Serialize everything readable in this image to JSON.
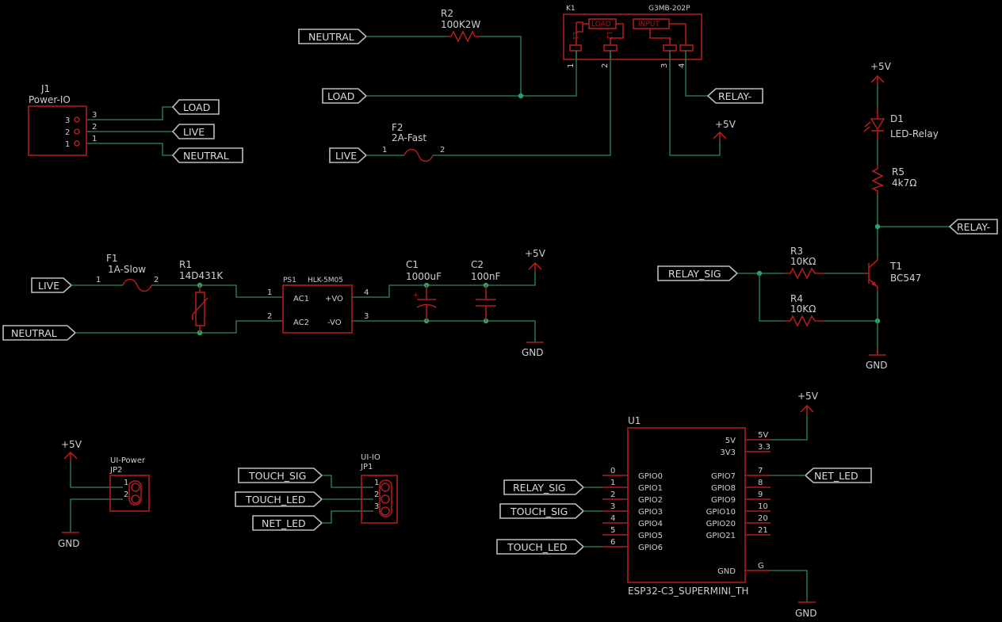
{
  "power": {
    "v5": "+5V",
    "gnd": "GND"
  },
  "nets": {
    "neutral": "NEUTRAL",
    "load": "LOAD",
    "live": "LIVE",
    "relay_minus": "RELAY-",
    "relay_sig": "RELAY_SIG",
    "touch_sig": "TOUCH_SIG",
    "touch_led": "TOUCH_LED",
    "net_led": "NET_LED"
  },
  "j1": {
    "ref": "J1",
    "value": "Power-IO",
    "pins": [
      "3",
      "2",
      "1"
    ]
  },
  "r2": {
    "ref": "R2",
    "value": "100K2W"
  },
  "k1": {
    "ref": "K1",
    "value": "G3MB-202P",
    "load": "LOAD",
    "input": "INPUT",
    "l1": "L1",
    "l2": "L2",
    "plus": "+",
    "pins": [
      "1",
      "2",
      "3",
      "4"
    ]
  },
  "f2": {
    "ref": "F2",
    "value": "2A-Fast",
    "p1": "1",
    "p2": "2"
  },
  "f1": {
    "ref": "F1",
    "value": "1A-Slow",
    "p1": "1",
    "p2": "2"
  },
  "r1": {
    "ref": "R1",
    "value": "14D431K"
  },
  "ps1": {
    "ref": "PS1",
    "value": "HLK-5M05",
    "ac1": "AC1",
    "ac2": "AC2",
    "vo_plus": "+VO",
    "vo_minus": "-VO",
    "pins": [
      "1",
      "2",
      "4",
      "3"
    ]
  },
  "c1": {
    "ref": "C1",
    "value": "1000uF",
    "plus": "+"
  },
  "c2": {
    "ref": "C2",
    "value": "100nF"
  },
  "d1": {
    "ref": "D1",
    "value": "LED-Relay"
  },
  "r5": {
    "ref": "R5",
    "value": "4k7Ω"
  },
  "r3": {
    "ref": "R3",
    "value": "10KΩ"
  },
  "r4": {
    "ref": "R4",
    "value": "10KΩ"
  },
  "t1": {
    "ref": "T1",
    "value": "BC547"
  },
  "jp2": {
    "ref": "JP2",
    "value": "UI-Power",
    "pins": [
      "1",
      "2"
    ]
  },
  "jp1": {
    "ref": "JP1",
    "value": "UI-IO",
    "pins": [
      "1",
      "2",
      "3"
    ]
  },
  "u1": {
    "ref": "U1",
    "value": "ESP32-C3_SUPERMINI_TH",
    "left": [
      {
        "num": "0",
        "name": "GPIO0"
      },
      {
        "num": "1",
        "name": "GPIO1"
      },
      {
        "num": "2",
        "name": "GPIO2"
      },
      {
        "num": "3",
        "name": "GPIO3"
      },
      {
        "num": "4",
        "name": "GPIO4"
      },
      {
        "num": "5",
        "name": "GPIO5"
      },
      {
        "num": "6",
        "name": "GPIO6"
      }
    ],
    "right_top": [
      {
        "num": "5V",
        "name": "5V"
      },
      {
        "num": "3.3",
        "name": "3V3"
      }
    ],
    "right": [
      {
        "num": "7",
        "name": "GPIO7"
      },
      {
        "num": "8",
        "name": "GPIO8"
      },
      {
        "num": "9",
        "name": "GPIO9"
      },
      {
        "num": "10",
        "name": "GPIO10"
      },
      {
        "num": "20",
        "name": "GPIO20"
      },
      {
        "num": "21",
        "name": "GPIO21"
      }
    ],
    "gnd": {
      "num": "G",
      "name": "GND"
    }
  }
}
